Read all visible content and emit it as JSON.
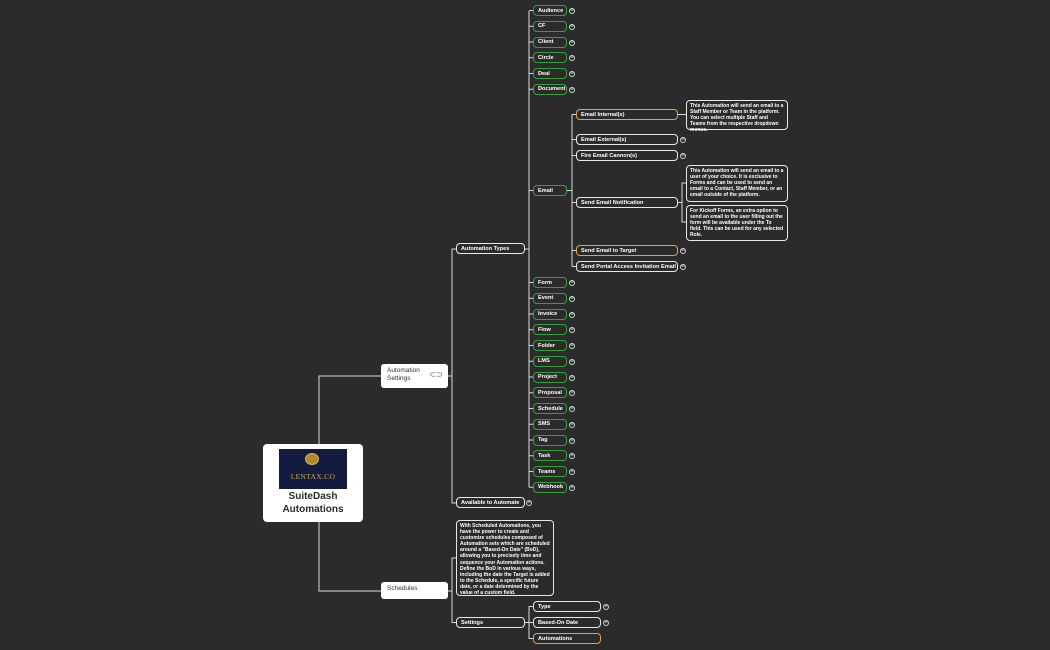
{
  "root": {
    "title": "SuiteDash Automations",
    "logo_text": "LENTAX.CO"
  },
  "automation_settings": {
    "label": "Automation Settings",
    "link_icon": "⊂⊃"
  },
  "schedules": {
    "label": "Schedules"
  },
  "automation_types": {
    "label": "Automation Types"
  },
  "available_to_automate": {
    "label": "Available to Automate"
  },
  "types": [
    "Audience",
    "CF",
    "Client",
    "Circle",
    "Deal",
    "Document",
    "Email",
    "Form",
    "Event",
    "Invoice",
    "Flow",
    "Folder",
    "LMS",
    "Project",
    "Proposal",
    "Schedule",
    "SMS",
    "Tag",
    "Task",
    "Teams",
    "Webhook"
  ],
  "email_children": [
    "Email Internal(s)",
    "Email External(s)",
    "Fire Email Cannon(s)",
    "Send Email Notification",
    "Send Email to Target",
    "Send Portal Access Invitation Email"
  ],
  "notes": {
    "internal": "This Automation will  send an email to a Staff Member or Team in the platform. You can select multiple Staff and Teams from the respective dropdown menus.",
    "notification1": "This Automation will  send an email to a user of your choice. It is exclusive to Forms and can be used to send an email to a Contact, Staff Member, or an email outside of the platform.",
    "notification2": "For Kickoff Forms, an extra option to send an email to the user filling out the form will be available under the To field. This can be used for any selected Role.",
    "schedules": "With Scheduled Automations, you have the power to create and customize schedules composed of Automation sets which are scheduled around a \"Based-On Date\" (BoD), allowing you to precisely time and sequence your Automation actions. Define the BoD in various ways, including the date the Target is added to the Schedule, a specific future date, or a date determined by the value of a custom field."
  },
  "settings": {
    "label": "Settings",
    "children": [
      "Type",
      "Based-On Date",
      "Automations"
    ]
  },
  "colors": {
    "background": "#2b2b2b",
    "line": "#e8e8e8",
    "green": "#2fa33a",
    "orange": "#e5a33a"
  }
}
